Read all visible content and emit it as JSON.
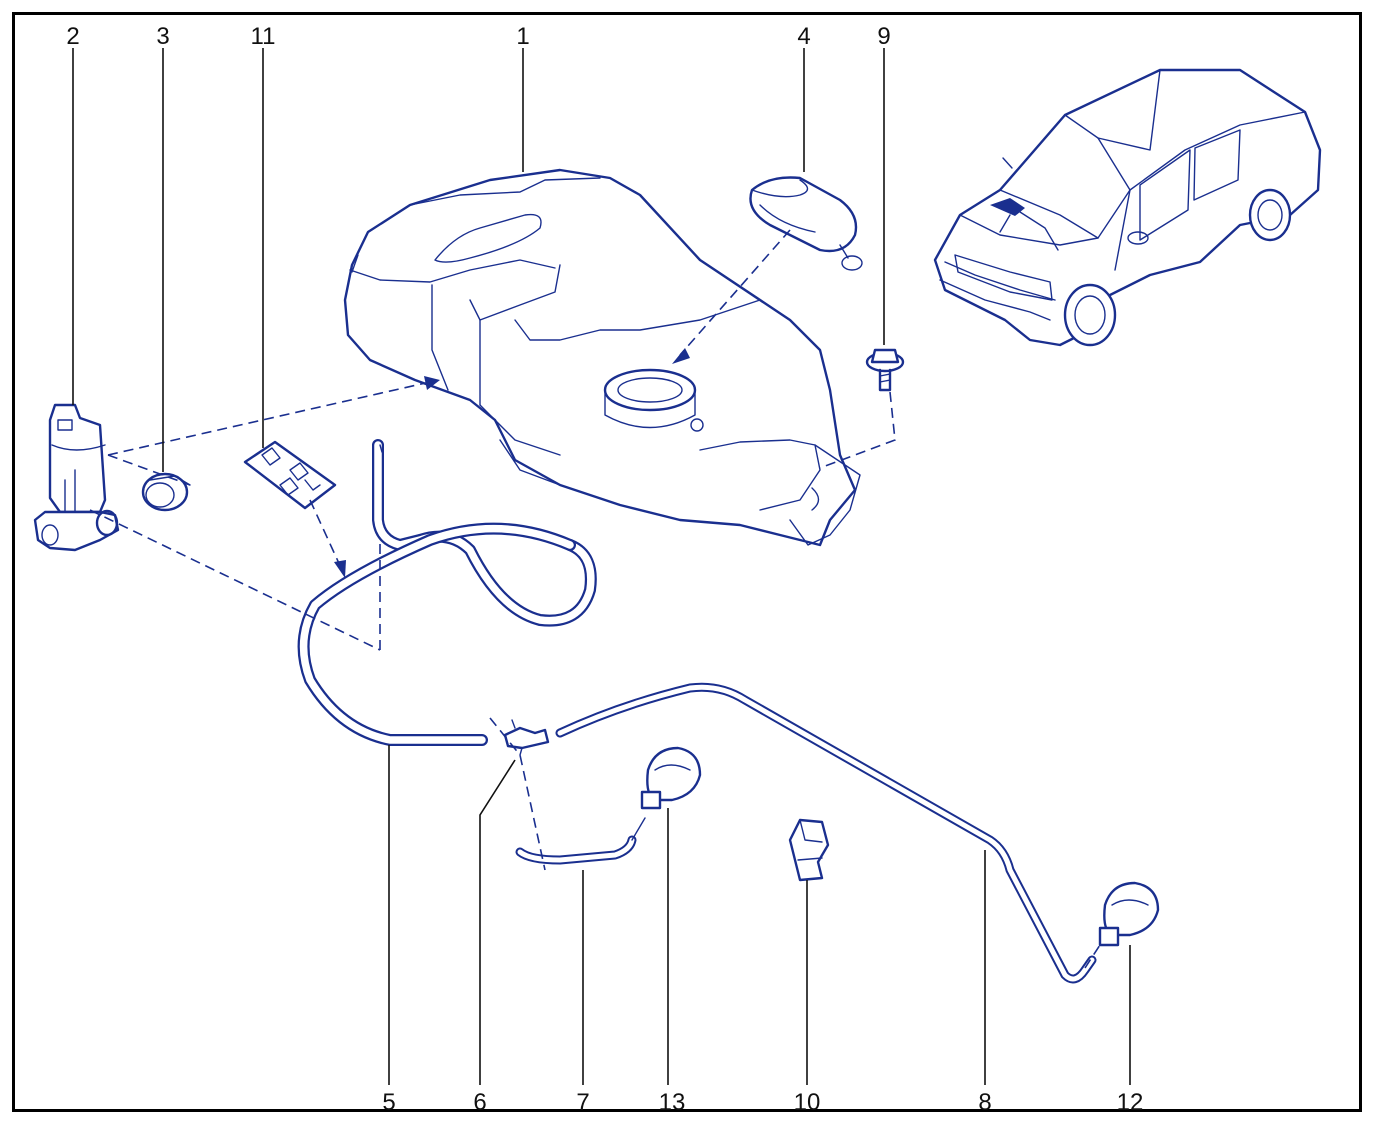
{
  "callouts": {
    "c1": "1",
    "c2": "2",
    "c3": "3",
    "c4": "4",
    "c5": "5",
    "c6": "6",
    "c7": "7",
    "c8": "8",
    "c9": "9",
    "c10": "10",
    "c11": "11",
    "c12": "12",
    "c13": "13"
  },
  "colors": {
    "line_art": "#1a2f8f",
    "callout_text": "#111111",
    "frame": "#000000",
    "background": "#ffffff"
  }
}
